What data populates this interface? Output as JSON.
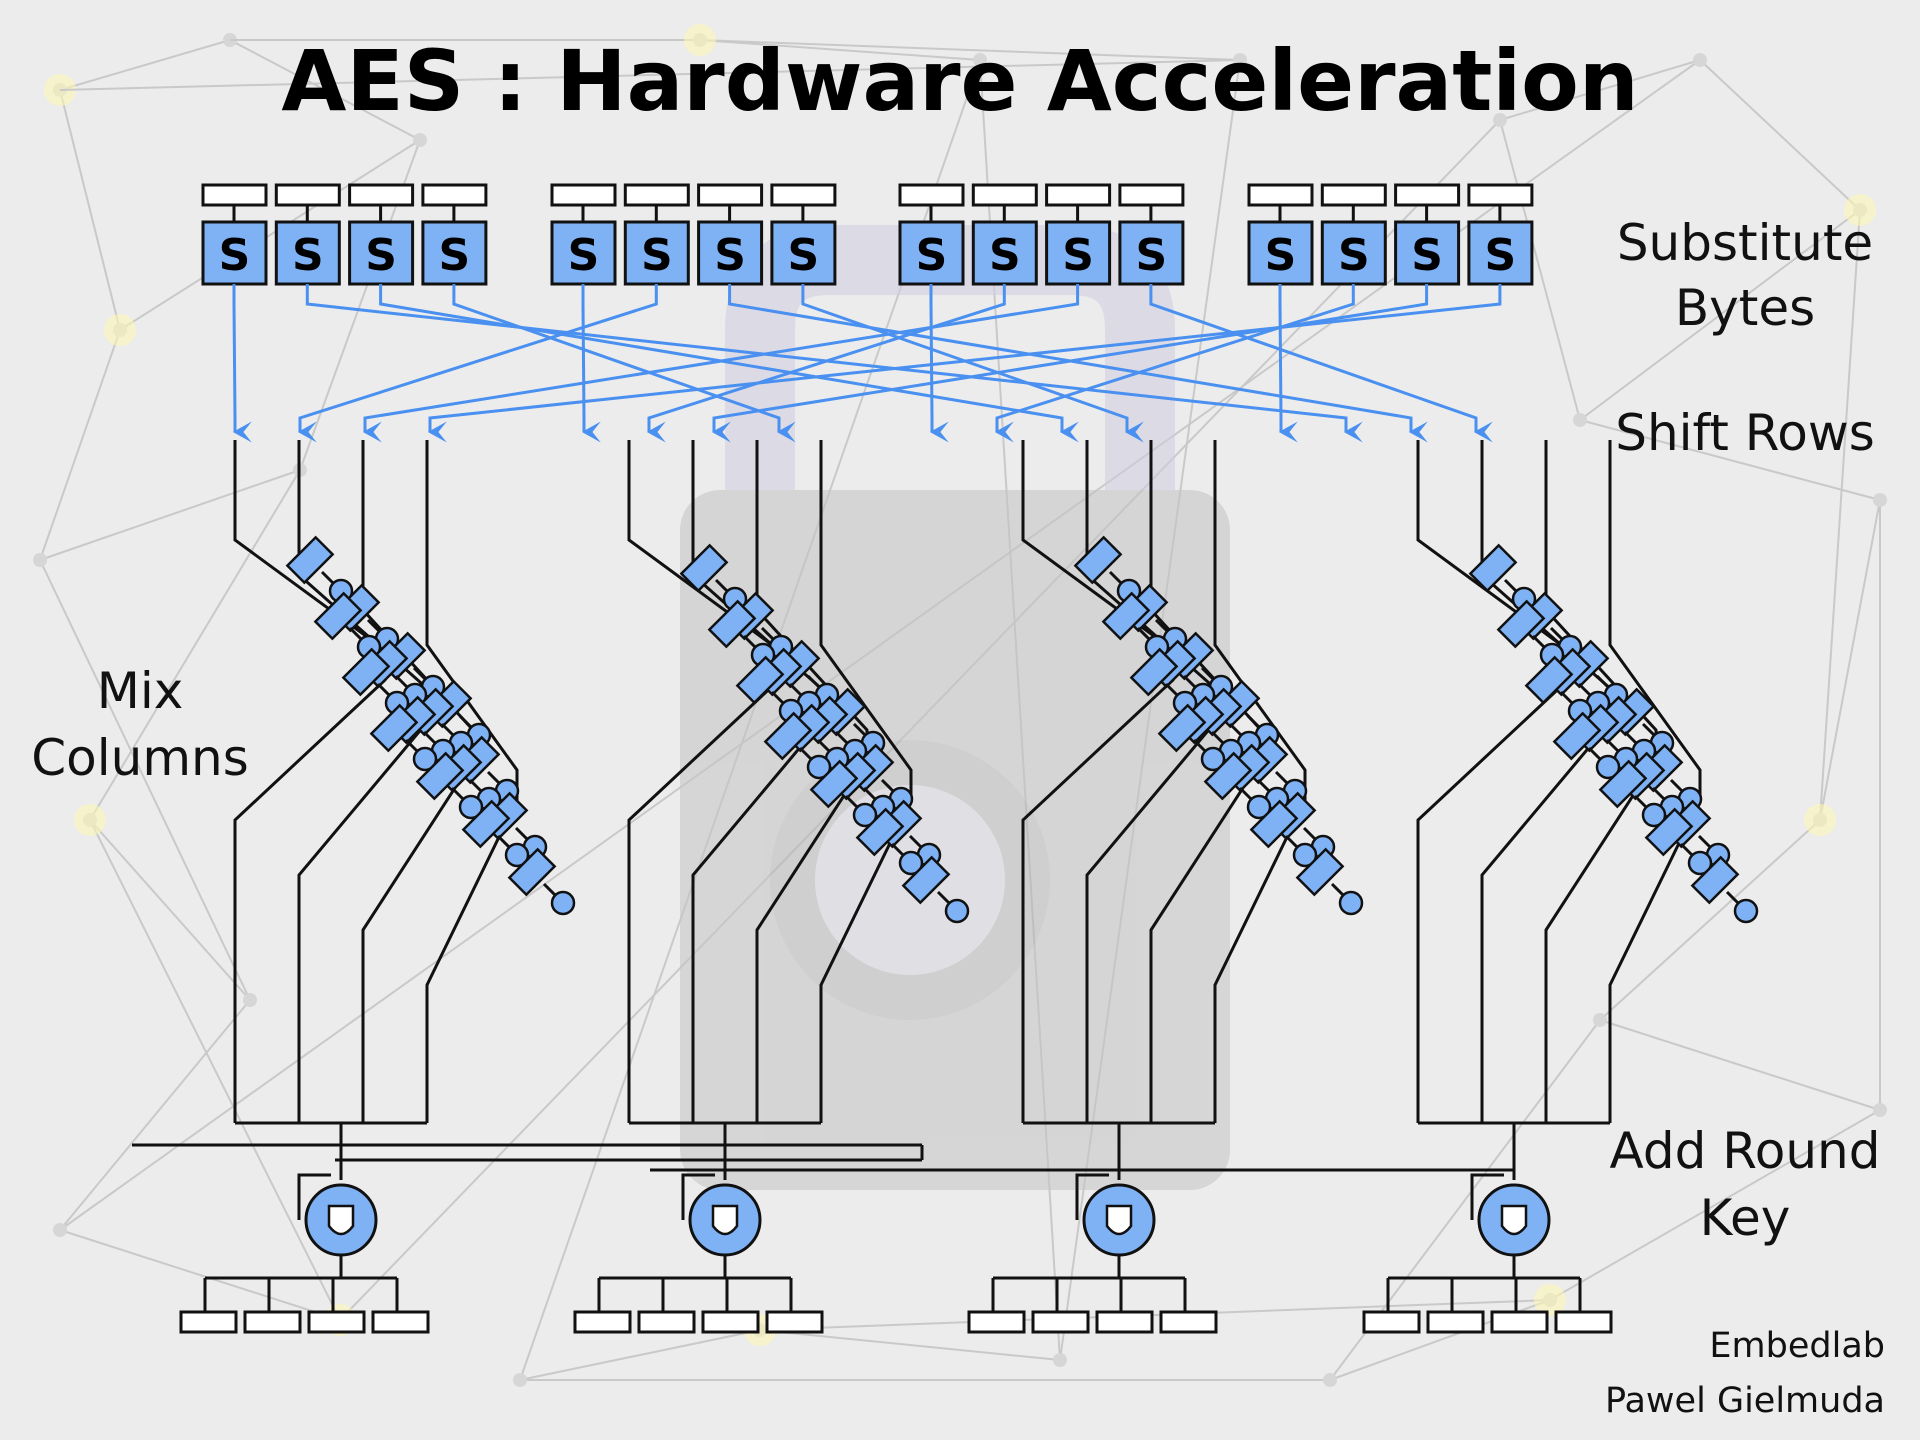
{
  "title": "AES : Hardware Acceleration",
  "labels": {
    "substitute": [
      "Substitute",
      "Bytes"
    ],
    "shift_rows": "Shift Rows",
    "mix_columns": [
      "Mix",
      "Columns"
    ],
    "add_round_key": [
      "Add Round",
      "Key"
    ]
  },
  "credit": [
    "Embedlab",
    "Pawel Gielmuda"
  ],
  "sbox_glyph": "S",
  "colors": {
    "accent": "#4a90f0",
    "box_fill": "#7fb2f5",
    "line": "#111111",
    "background": "#ececec"
  },
  "icons": {
    "xor_gate": "xor-gate-icon",
    "padlock": "padlock-background"
  }
}
